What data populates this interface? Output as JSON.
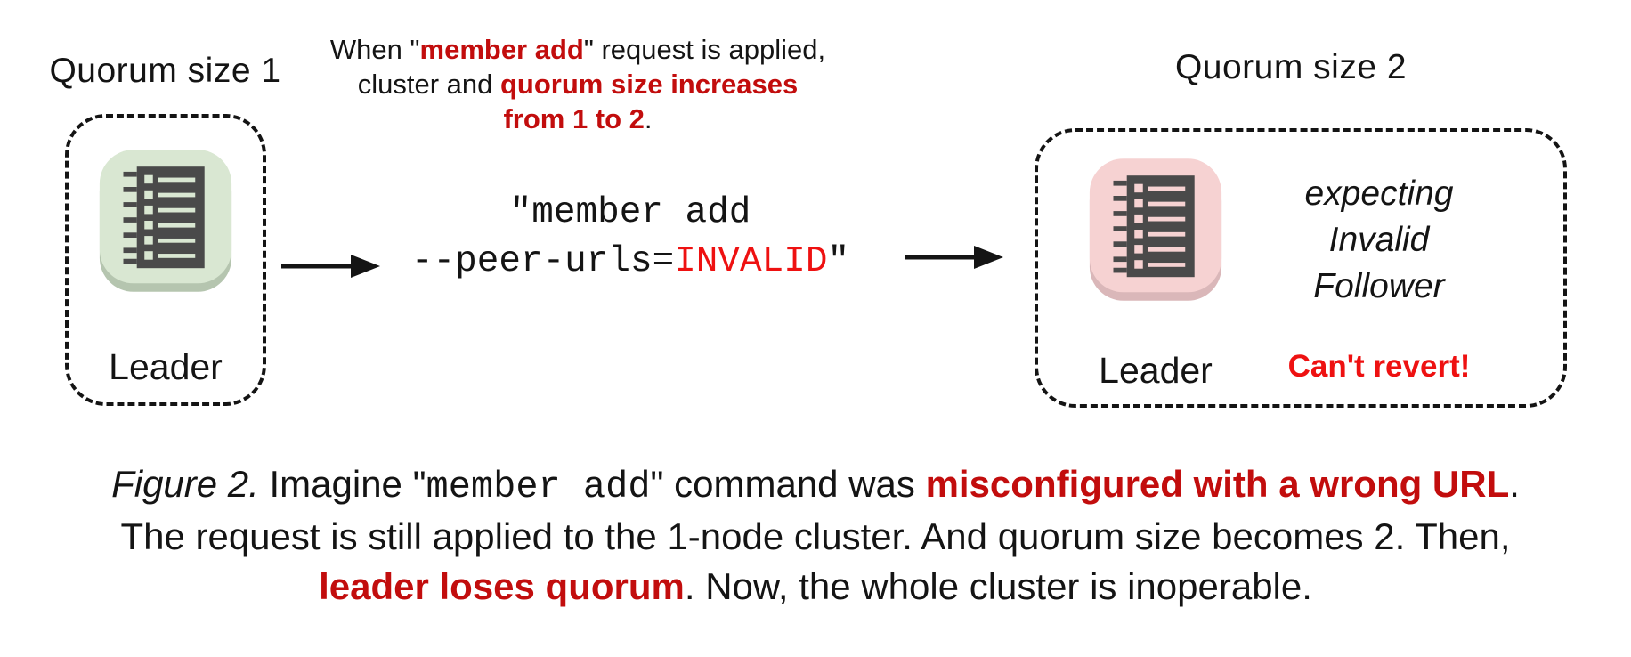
{
  "colors": {
    "ink": "#141414",
    "red": "#c20d0d",
    "bright-red": "#ee1111",
    "icon-dark": "#4a4a4a",
    "green-bg": "#d9e7d2",
    "green-shadow": "#b5c5af",
    "pink-bg": "#f6d2d2",
    "pink-shadow": "#dab7b9"
  },
  "left_cluster": {
    "title": "Quorum size 1",
    "node_label": "Leader"
  },
  "right_cluster": {
    "title": "Quorum size 2",
    "node_label": "Leader",
    "side_note": "expecting\nInvalid\nFollower",
    "warning": "Can't revert!"
  },
  "top_note": {
    "segments": [
      {
        "t": "When \"",
        "s": "plain"
      },
      {
        "t": "member add",
        "s": "red"
      },
      {
        "t": "\" request is applied,\ncluster and ",
        "s": "plain"
      },
      {
        "t": "quorum size increases\nfrom 1 to 2",
        "s": "red"
      },
      {
        "t": ".",
        "s": "plain"
      }
    ]
  },
  "command": {
    "segments": [
      {
        "t": "\"member add\n--peer-urls=",
        "s": "code"
      },
      {
        "t": "INVALID",
        "s": "codered"
      },
      {
        "t": "\"",
        "s": "code"
      }
    ]
  },
  "caption": {
    "segments": [
      {
        "t": "Figure 2.",
        "s": "italic"
      },
      {
        "t": " Imagine \"",
        "s": "plain"
      },
      {
        "t": "member add",
        "s": "code"
      },
      {
        "t": "\" command was ",
        "s": "plain"
      },
      {
        "t": "misconfigured with a wrong URL",
        "s": "redbold"
      },
      {
        "t": ".\nThe request is still applied to the 1-node cluster. And quorum size becomes 2. Then,\n",
        "s": "plain"
      },
      {
        "t": "leader loses quorum",
        "s": "redbold"
      },
      {
        "t": ". Now, the whole cluster is inoperable.",
        "s": "plain"
      }
    ]
  },
  "icons": {
    "node": "ledger-icon",
    "arrow": "arrow-right-icon"
  }
}
